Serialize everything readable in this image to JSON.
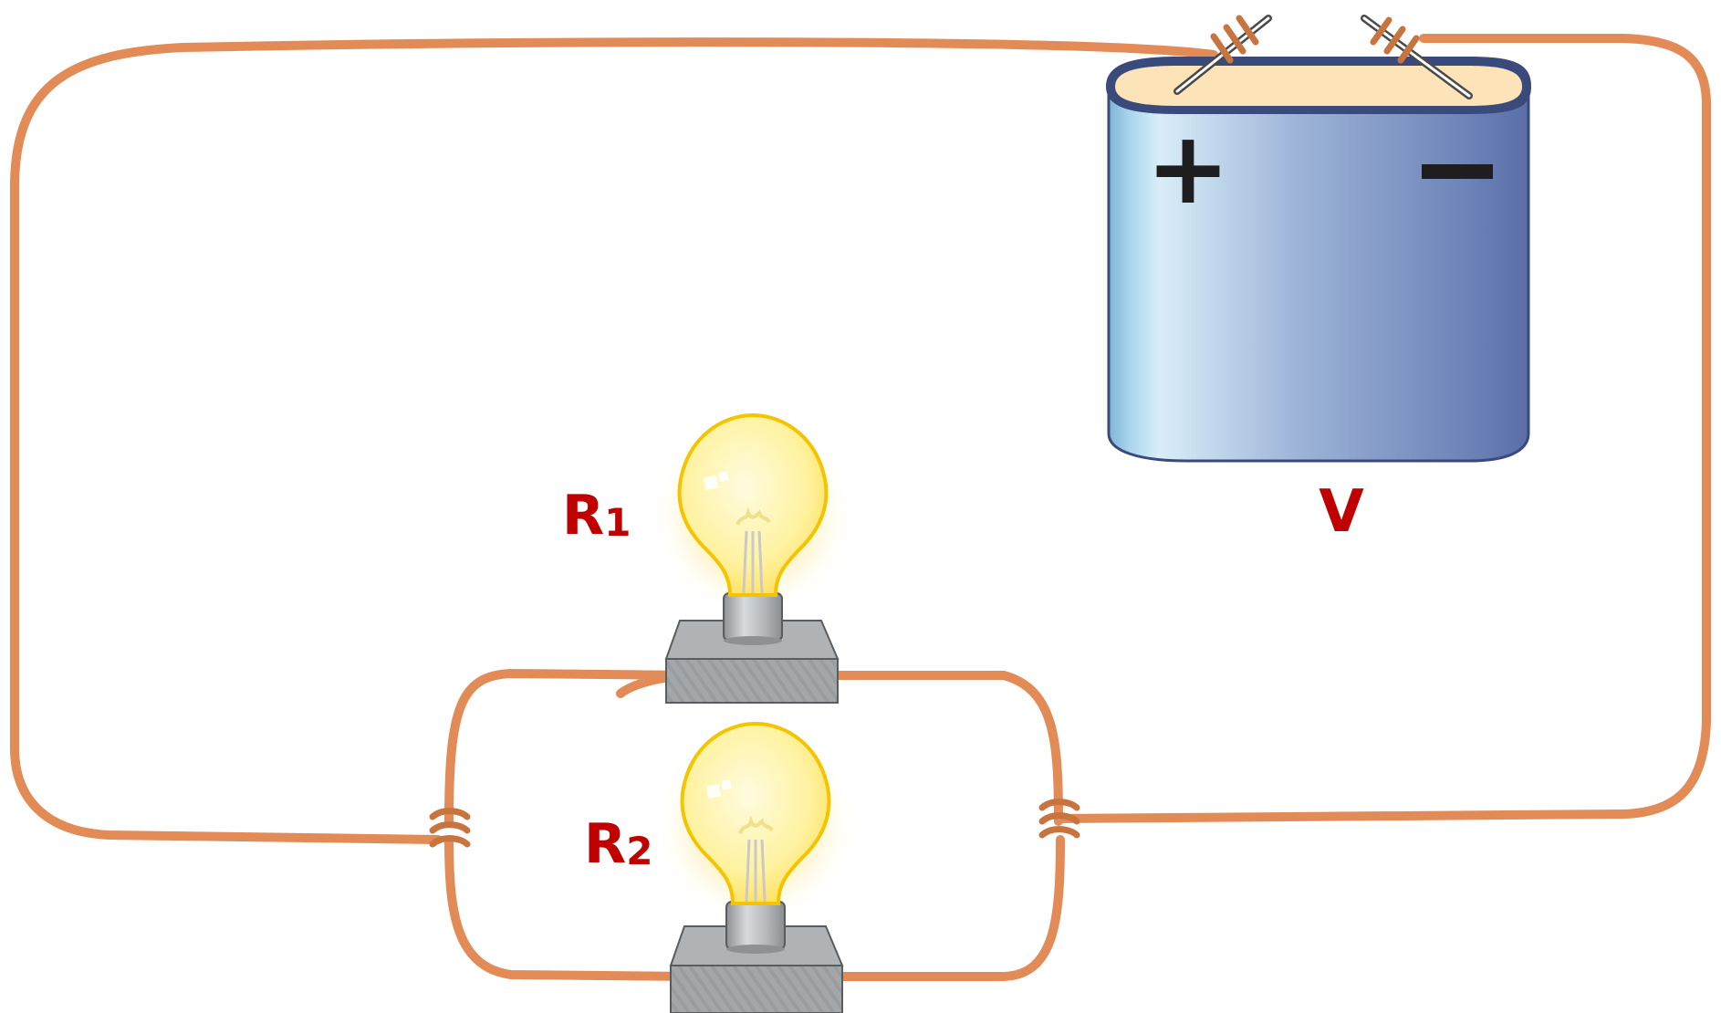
{
  "labels": {
    "r1": {
      "main": "R",
      "sub": "1"
    },
    "r2": {
      "main": "R",
      "sub": "2"
    },
    "voltage": "V",
    "plus": "+",
    "minus": "−"
  },
  "colors": {
    "wire": "#E28B57",
    "label": "#C00000",
    "battery_dark": "#5A6EA8",
    "battery_light": "#D9EEF8",
    "battery_top": "#FCE3B8",
    "bulb_glass": "#FFF4A0",
    "bulb_glow": "#FFF3C4",
    "socket": "#A9ACAE"
  }
}
